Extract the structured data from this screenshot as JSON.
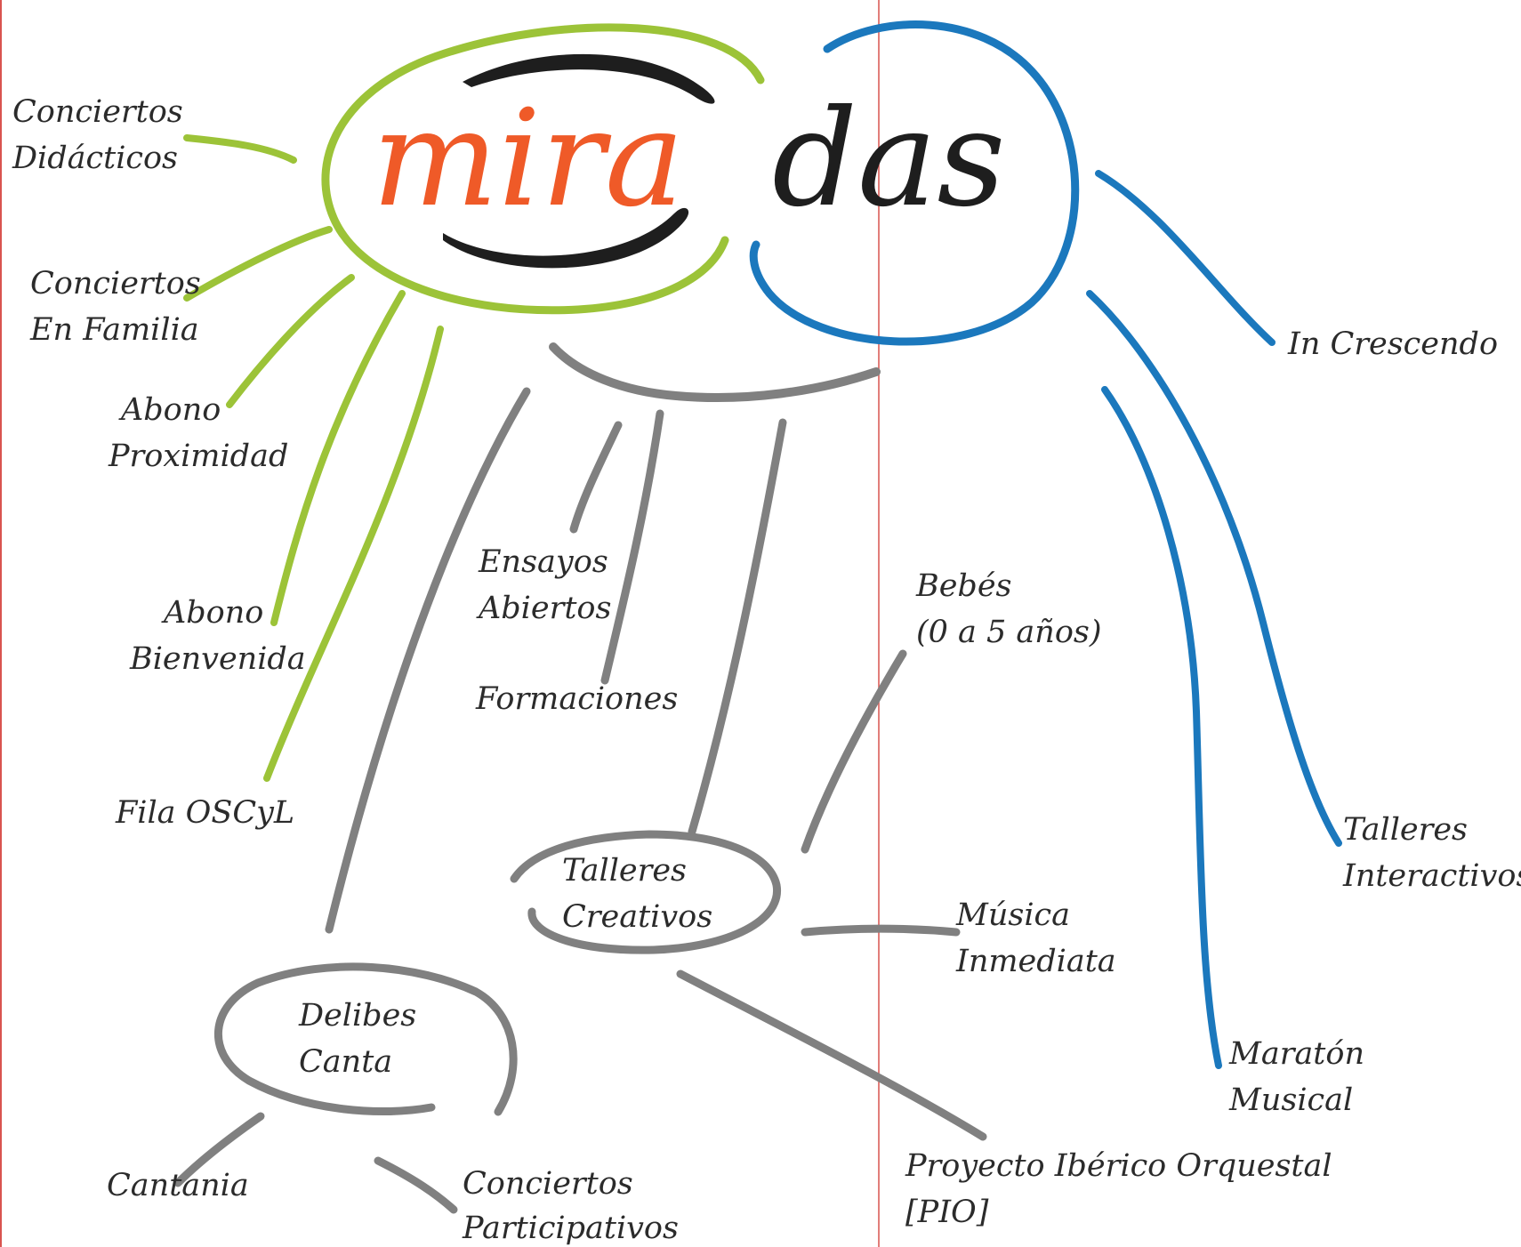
{
  "logo": {
    "part1": "mira",
    "part2": "das"
  },
  "colors": {
    "green": "#9cc338",
    "blue": "#1b78bd",
    "grey": "#808080",
    "orange": "#ef5a28",
    "black": "#1e1e1e",
    "guide": "#d9534f"
  },
  "green_branches": [
    {
      "line1": "Conciertos",
      "line2": "Didácticos"
    },
    {
      "line1": "Conciertos",
      "line2": "En Familia"
    },
    {
      "line1": "Abono",
      "line2": "Proximidad"
    },
    {
      "line1": "Abono",
      "line2": "Bienvenida"
    },
    {
      "line1": "Fila OSCyL",
      "line2": ""
    }
  ],
  "blue_branches": [
    {
      "line1": "In Crescendo",
      "line2": ""
    },
    {
      "line1": "Talleres",
      "line2": "Interactivos"
    },
    {
      "line1": "Maratón",
      "line2": "Musical"
    }
  ],
  "grey_branches": [
    {
      "line1": "Ensayos",
      "line2": "Abiertos"
    },
    {
      "line1": "Formaciones",
      "line2": ""
    }
  ],
  "talleres_creativos": {
    "title1": "Talleres",
    "title2": "Creativos",
    "children": [
      {
        "line1": "Bebés",
        "line2": "(0 a 5 años)"
      },
      {
        "line1": "Música",
        "line2": "Inmediata"
      },
      {
        "line1": "Proyecto Ibérico Orquestal",
        "line2": "[PIO]"
      }
    ]
  },
  "delibes_canta": {
    "title1": "Delibes",
    "title2": "Canta",
    "children": [
      {
        "line1": "Cantania",
        "line2": ""
      },
      {
        "line1": "Conciertos",
        "line2": "Participativos"
      }
    ]
  }
}
